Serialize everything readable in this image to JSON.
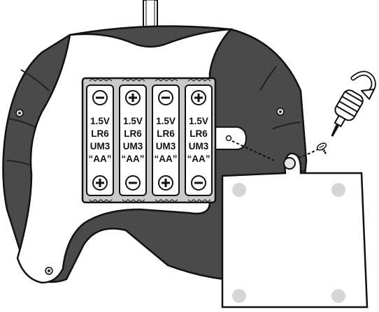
{
  "colors": {
    "body_dark": "#4a4a4a",
    "body_mid": "#6d6d6d",
    "outline": "#111111",
    "compartment": "#c9c9c9",
    "cover": "#ffffff",
    "cover_dots": "#d6d6d6"
  },
  "batteries": [
    {
      "top_terminal": "minus",
      "bottom_terminal": "plus",
      "lines": [
        "1.5V",
        "LR6",
        "UM3",
        "“AA”"
      ]
    },
    {
      "top_terminal": "plus",
      "bottom_terminal": "minus",
      "lines": [
        "1.5V",
        "LR6",
        "UM3",
        "“AA”"
      ]
    },
    {
      "top_terminal": "minus",
      "bottom_terminal": "plus",
      "lines": [
        "1.5V",
        "LR6",
        "UM3",
        "“AA”"
      ]
    },
    {
      "top_terminal": "plus",
      "bottom_terminal": "minus",
      "lines": [
        "1.5V",
        "LR6",
        "UM3",
        "“AA”"
      ]
    }
  ],
  "icons": {
    "screwdriver": "screwdriver-icon",
    "rotate_arrow": "rotate-arrow-icon",
    "screw": "screw-icon"
  }
}
